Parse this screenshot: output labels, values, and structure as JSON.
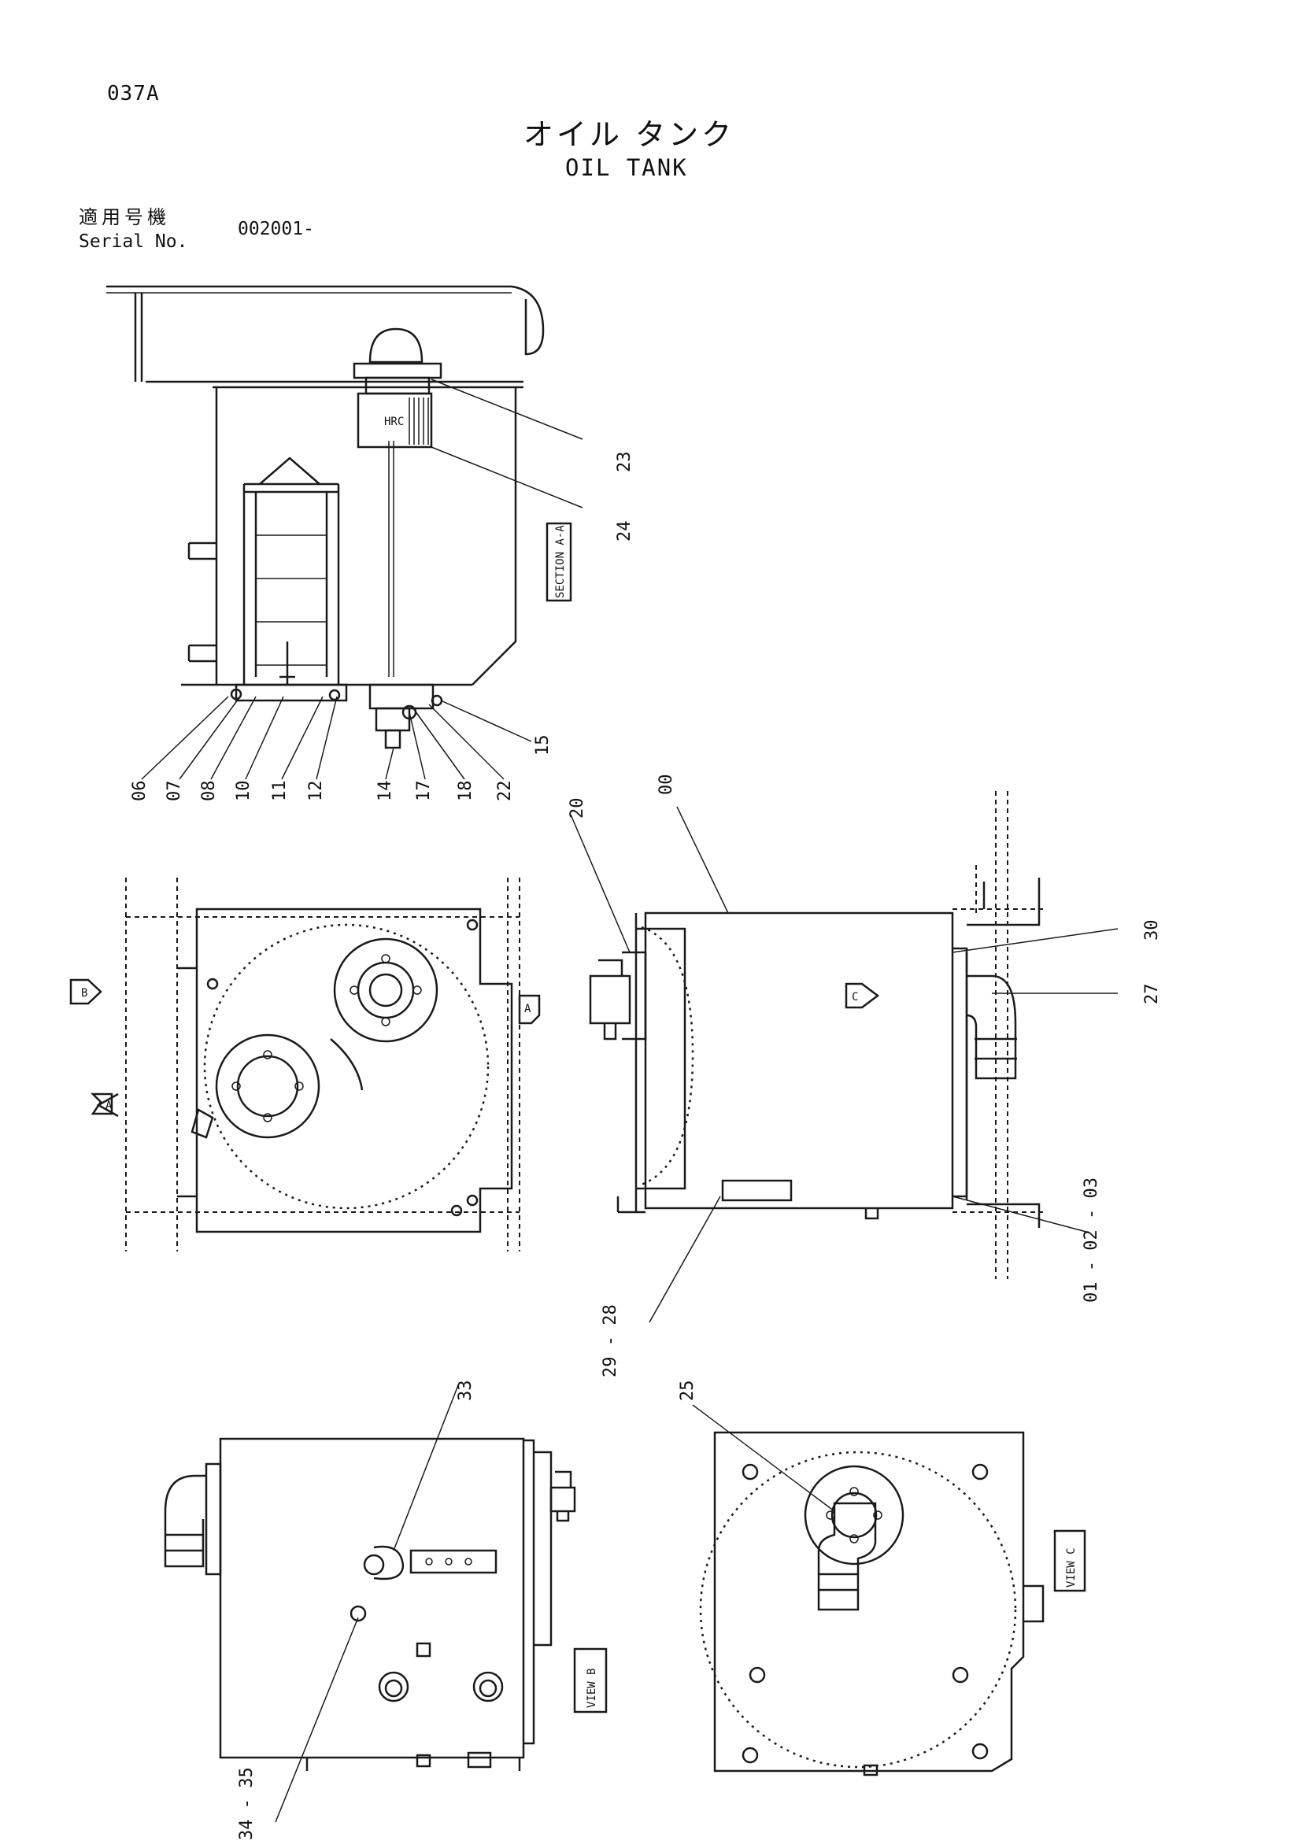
{
  "header": {
    "page_id": "037A",
    "title_ja": "オイル タンク",
    "title_en": "OIL TANK",
    "serial_label_ja": "適用号機",
    "serial_label_en": "Serial No.",
    "serial_value": "002001-"
  },
  "views": {
    "section_label": "SECTION A-A",
    "view_b_label": "VIEW B",
    "view_c_label": "VIEW C",
    "arrow_a": "A",
    "arrow_b": "B",
    "arrow_c": "C"
  },
  "callouts": {
    "p00": "00",
    "p01": "01 - 02 - 03",
    "p06": "06",
    "p07": "07",
    "p08": "08",
    "p10": "10",
    "p11": "11",
    "p12": "12",
    "p14": "14",
    "p15": "15",
    "p17": "17",
    "p18": "18",
    "p20": "20",
    "p22": "22",
    "p23": "23",
    "p24": "24",
    "p25": "25",
    "p27": "27",
    "p28": "29 - 28",
    "p30": "30",
    "p33": "33",
    "p34": "34 - 35"
  }
}
